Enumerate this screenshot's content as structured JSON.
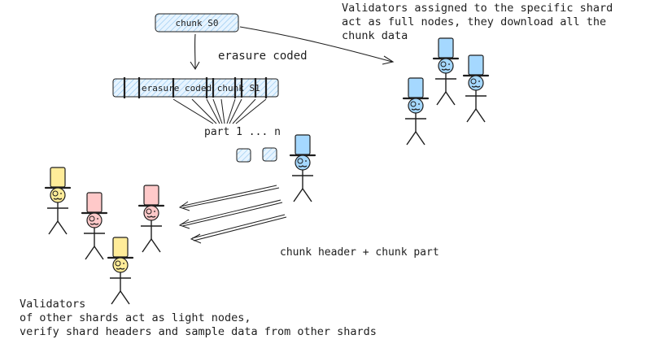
{
  "diagram": {
    "chunk_box_label": "chunk S0",
    "erasure_box_label": "erasure coded chunk S1",
    "erasure_coded_label": "erasure coded",
    "parts_label": "part 1 ... n",
    "full_nodes_text": [
      "Validators assigned to the specific shard",
      "act as full nodes, they download all the",
      "chunk data"
    ],
    "chunk_header_label": "chunk header + chunk part",
    "light_nodes_text": [
      "Validators",
      "of other shards act as light nodes,",
      "verify shard headers and sample data from other shards"
    ],
    "colors": {
      "stroke": "#1e1e1e",
      "blue": "#a5d8ff",
      "yellow": "#ffec99",
      "pink": "#ffc9c9",
      "box_fill": "#d0ebff"
    },
    "validators": [
      {
        "group": "full",
        "color": "blue"
      },
      {
        "group": "full",
        "color": "blue"
      },
      {
        "group": "full",
        "color": "blue"
      },
      {
        "group": "sender",
        "color": "blue"
      },
      {
        "group": "light",
        "color": "yellow"
      },
      {
        "group": "light",
        "color": "pink"
      },
      {
        "group": "light",
        "color": "pink"
      },
      {
        "group": "light",
        "color": "yellow"
      }
    ]
  }
}
